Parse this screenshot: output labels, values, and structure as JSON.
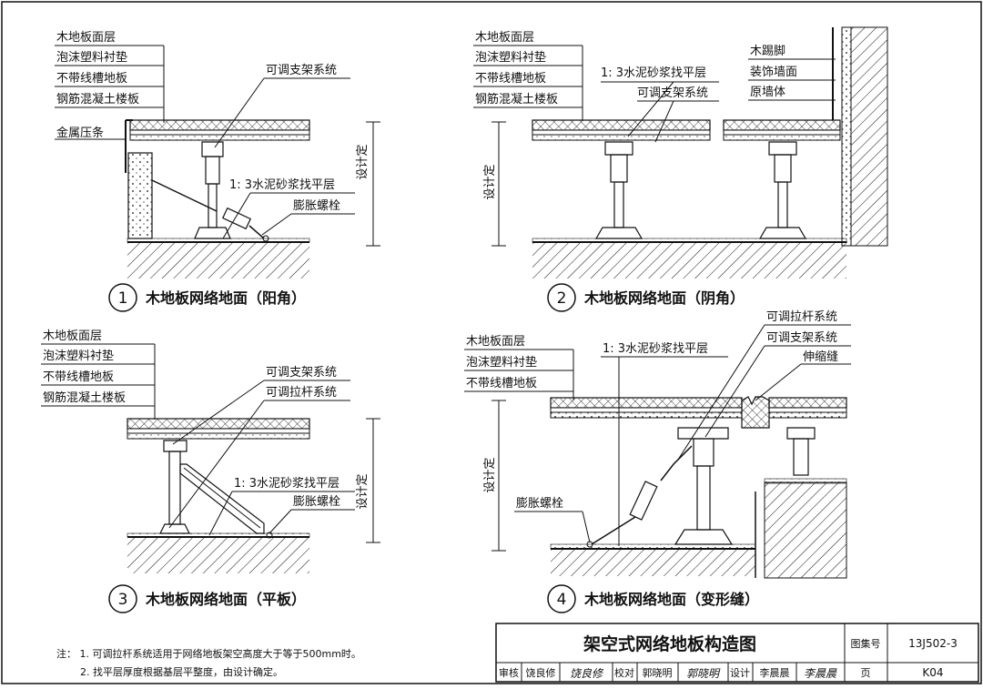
{
  "labels": {
    "wood_surface": "木地板面层",
    "foam_pad": "泡沫塑料衬垫",
    "no_slot_board": "不带线槽地板",
    "rc_slab": "钢筋混凝土楼板",
    "metal_strip": "金属压条",
    "support_system": "可调支架系统",
    "tie_system": "可调拉杆系统",
    "mortar_layer": "1: 3水泥砂浆找平层",
    "expansion_bolt": "膨胀螺栓",
    "design_fixed": "设计定",
    "skirting": "木踢脚",
    "decor_wall": "装饰墙面",
    "original_wall": "原墙体",
    "expansion_joint": "伸缩缝"
  },
  "details": [
    {
      "num": "1",
      "title": "木地板网络地面（阳角）"
    },
    {
      "num": "2",
      "title": "木地板网络地面（阴角）"
    },
    {
      "num": "3",
      "title": "木地板网络地面（平板）"
    },
    {
      "num": "4",
      "title": "木地板网络地面（变形缝）"
    }
  ],
  "notes": {
    "line1": "注： 1. 可调拉杆系统适用于网络地板架空高度大于等于500mm时。",
    "line2": "2. 找平层厚度根据基层平整度，由设计确定。"
  },
  "title_block": {
    "title": "架空式网络地板构造图",
    "atlas_label": "图集号",
    "atlas_no": "13J502-3",
    "page_label": "页",
    "page_no": "K04",
    "review_label": "审核",
    "review_name": "饶良修",
    "review_sig": "饶良修",
    "check_label": "校对",
    "check_name": "郭晓明",
    "check_sig": "郭晓明",
    "design_label": "设计",
    "design_name": "李晨晨",
    "design_sig": "李晨晨"
  }
}
